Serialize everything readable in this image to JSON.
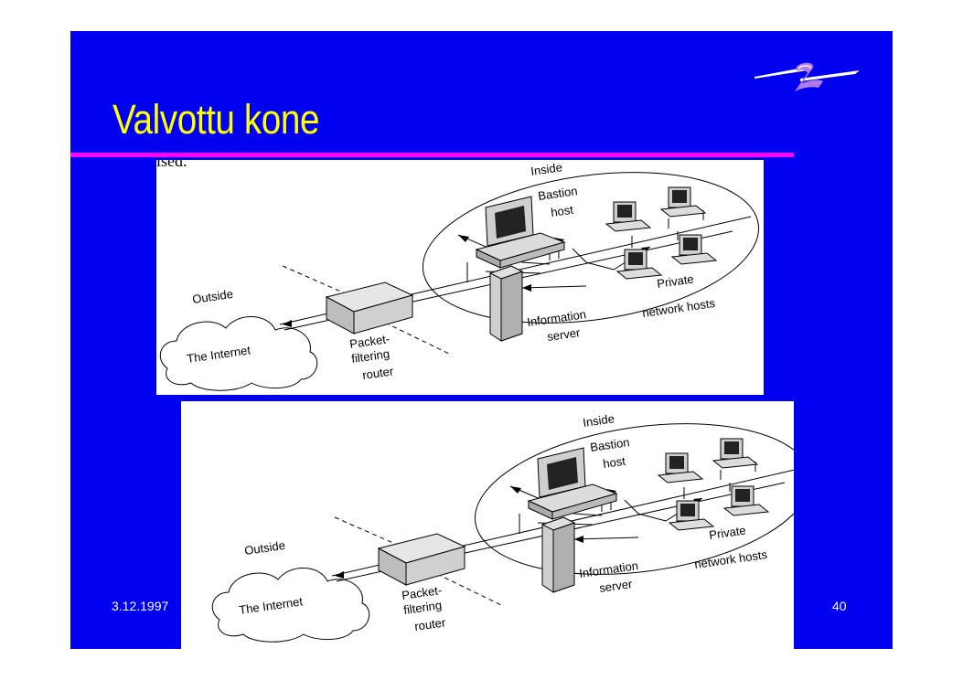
{
  "slide": {
    "title": "Valvottu kone",
    "date": "3.12.1997",
    "page_number": "40",
    "cropped_text": "ised.",
    "colors": {
      "background": "#0000f0",
      "title": "#ffff00",
      "rule": "#ff00ff",
      "footer": "#ffffff"
    }
  },
  "diagram": {
    "inside": "Inside",
    "outside": "Outside",
    "bastion_1": "Bastion",
    "bastion_2": "host",
    "info_1": "Information",
    "info_2": "server",
    "private_1": "Private",
    "private_2": "network hosts",
    "router_1": "Packet-",
    "router_2": "filtering",
    "router_3": "router",
    "internet": "The Internet"
  }
}
